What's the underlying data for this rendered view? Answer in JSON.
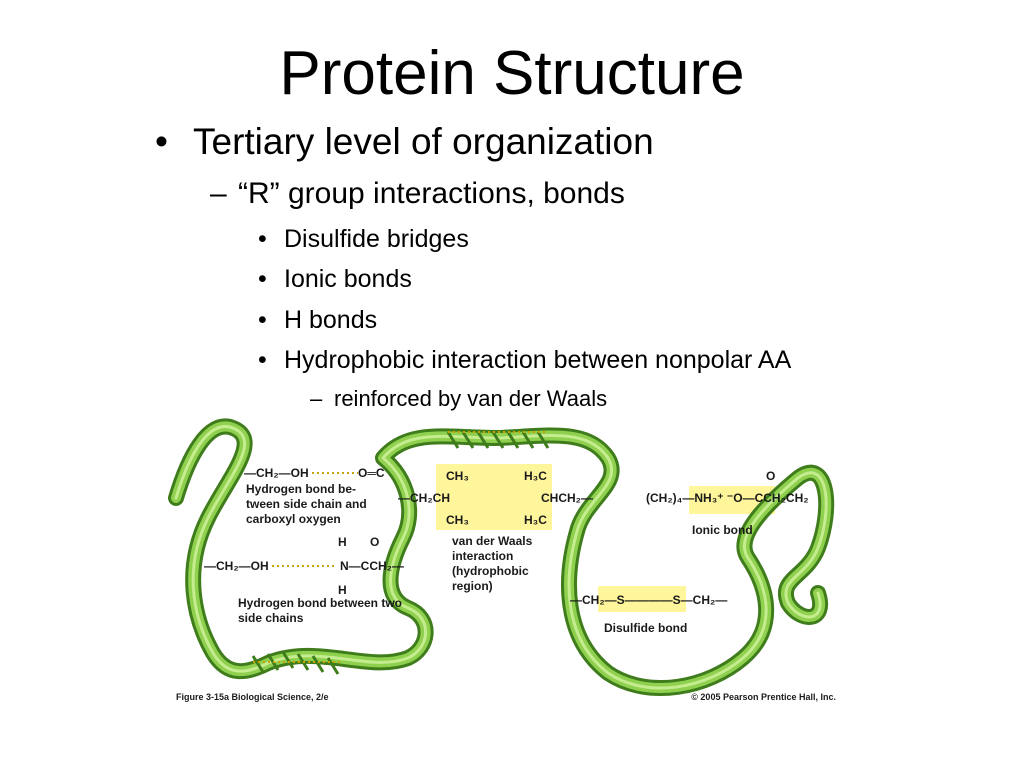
{
  "slide": {
    "title": "Protein Structure",
    "bullet_l1": "Tertiary level of organization",
    "bullet_l2": "“R” group interactions, bonds",
    "bullets_l3": [
      "Disulfide bridges",
      "Ionic bonds",
      "H bonds",
      "Hydrophobic interaction between nonpolar AA"
    ],
    "bullet_l4": "reinforced by van der Waals",
    "marks": {
      "l1": "•",
      "l2": "–",
      "l3": "•",
      "l4": "–"
    }
  },
  "figure": {
    "colors": {
      "ribbon": "#6db33f",
      "ribbon_dark": "#3f7d1c",
      "highlight": "#fff59a",
      "bond_dots": "#c8a400"
    },
    "hbond1": {
      "left": "—CH₂—OH",
      "right": "O═C",
      "label": "Hydrogen bond be- tween side chain and carboxyl oxygen"
    },
    "hbond2": {
      "left": "—CH₂—OH",
      "h_top": "H",
      "n": "N—CCH₂—",
      "h_bottom": "H",
      "o": "O",
      "label": "Hydrogen bond between two side chains"
    },
    "vdw": {
      "left": "—CH₂CH",
      "right": "CHCH₂—",
      "ch3": "CH₃",
      "h3c": "H₃C",
      "label": "van der Waals interaction (hydrophobic region)"
    },
    "ionic": {
      "formula": "(CH₂)₄—NH₃⁺ ⁻O—CCH₂CH₂",
      "o": "O",
      "label": "Ionic bond"
    },
    "disulfide": {
      "formula": "—CH₂—S————S—CH₂—",
      "label": "Disulfide bond"
    },
    "caption_left": "Figure 3-15a  Biological Science, 2/e",
    "caption_right": "© 2005 Pearson Prentice Hall, Inc."
  }
}
